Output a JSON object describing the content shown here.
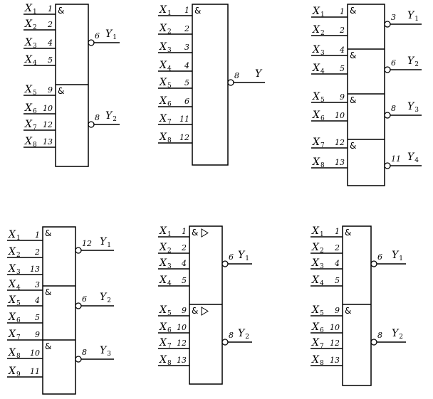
{
  "circuits": [
    {
      "name": "two-4-input-nand",
      "sections": [
        {
          "symbol": "&",
          "inputs": [
            [
              "X",
              "1",
              "1"
            ],
            [
              "X",
              "2",
              "2"
            ],
            [
              "X",
              "3",
              "4"
            ],
            [
              "X",
              "4",
              "5"
            ]
          ],
          "output": [
            "Y",
            "1",
            "6"
          ]
        },
        {
          "symbol": "&",
          "inputs": [
            [
              "X",
              "5",
              "9"
            ],
            [
              "X",
              "6",
              "10"
            ],
            [
              "X",
              "7",
              "12"
            ],
            [
              "X",
              "8",
              "13"
            ]
          ],
          "output": [
            "Y",
            "2",
            "8"
          ]
        }
      ]
    },
    {
      "name": "one-8-input-nand",
      "sections": [
        {
          "symbol": "&",
          "inputs": [
            [
              "X",
              "1",
              "1"
            ],
            [
              "X",
              "2",
              "2"
            ],
            [
              "X",
              "3",
              "3"
            ],
            [
              "X",
              "4",
              "4"
            ],
            [
              "X",
              "5",
              "5"
            ],
            [
              "X",
              "6",
              "6"
            ],
            [
              "X",
              "7",
              "11"
            ],
            [
              "X",
              "8",
              "12"
            ]
          ],
          "output": [
            "Y",
            "",
            "8"
          ]
        }
      ]
    },
    {
      "name": "four-2-input-nand",
      "sections": [
        {
          "symbol": "&",
          "inputs": [
            [
              "X",
              "1",
              "1"
            ],
            [
              "X",
              "2",
              "2"
            ]
          ],
          "output": [
            "Y",
            "1",
            "3"
          ]
        },
        {
          "symbol": "&",
          "inputs": [
            [
              "X",
              "3",
              "4"
            ],
            [
              "X",
              "4",
              "5"
            ]
          ],
          "output": [
            "Y",
            "2",
            "6"
          ]
        },
        {
          "symbol": "&",
          "inputs": [
            [
              "X",
              "5",
              "9"
            ],
            [
              "X",
              "6",
              "10"
            ]
          ],
          "output": [
            "Y",
            "3",
            "8"
          ]
        },
        {
          "symbol": "&",
          "inputs": [
            [
              "X",
              "7",
              "12"
            ],
            [
              "X",
              "8",
              "13"
            ]
          ],
          "output": [
            "Y",
            "4",
            "11"
          ]
        }
      ]
    },
    {
      "name": "three-3-input-nand",
      "sections": [
        {
          "symbol": "&",
          "inputs": [
            [
              "X",
              "1",
              "1"
            ],
            [
              "X",
              "2",
              "2"
            ],
            [
              "X",
              "3",
              "13"
            ]
          ],
          "output": [
            "Y",
            "1",
            "12"
          ]
        },
        {
          "symbol": "&",
          "inputs": [
            [
              "X",
              "4",
              "3"
            ],
            [
              "X",
              "5",
              "4"
            ],
            [
              "X",
              "6",
              "5"
            ]
          ],
          "output": [
            "Y",
            "2",
            "6"
          ]
        },
        {
          "symbol": "&",
          "inputs": [
            [
              "X",
              "7",
              "9"
            ],
            [
              "X",
              "8",
              "10"
            ],
            [
              "X",
              "9",
              "11"
            ]
          ],
          "output": [
            "Y",
            "3",
            "8"
          ]
        }
      ]
    },
    {
      "name": "two-4-input-nand-buffer",
      "sections": [
        {
          "symbol": "&",
          "buffer": true,
          "inputs": [
            [
              "X",
              "1",
              "1"
            ],
            [
              "X",
              "2",
              "2"
            ],
            [
              "X",
              "3",
              "4"
            ],
            [
              "X",
              "4",
              "5"
            ]
          ],
          "output": [
            "Y",
            "1",
            "6"
          ]
        },
        {
          "symbol": "&",
          "buffer": true,
          "inputs": [
            [
              "X",
              "5",
              "9"
            ],
            [
              "X",
              "6",
              "10"
            ],
            [
              "X",
              "7",
              "12"
            ],
            [
              "X",
              "8",
              "13"
            ]
          ],
          "output": [
            "Y",
            "2",
            "8"
          ]
        }
      ]
    },
    {
      "name": "two-4-input-nand-b",
      "sections": [
        {
          "symbol": "&",
          "inputs": [
            [
              "X",
              "1",
              "1"
            ],
            [
              "X",
              "2",
              "2"
            ],
            [
              "X",
              "3",
              "4"
            ],
            [
              "X",
              "4",
              "5"
            ]
          ],
          "output": [
            "Y",
            "1",
            "6"
          ]
        },
        {
          "symbol": "&",
          "inputs": [
            [
              "X",
              "5",
              "9"
            ],
            [
              "X",
              "6",
              "10"
            ],
            [
              "X",
              "7",
              "12"
            ],
            [
              "X",
              "8",
              "13"
            ]
          ],
          "output": [
            "Y",
            "2",
            "8"
          ]
        }
      ]
    }
  ]
}
